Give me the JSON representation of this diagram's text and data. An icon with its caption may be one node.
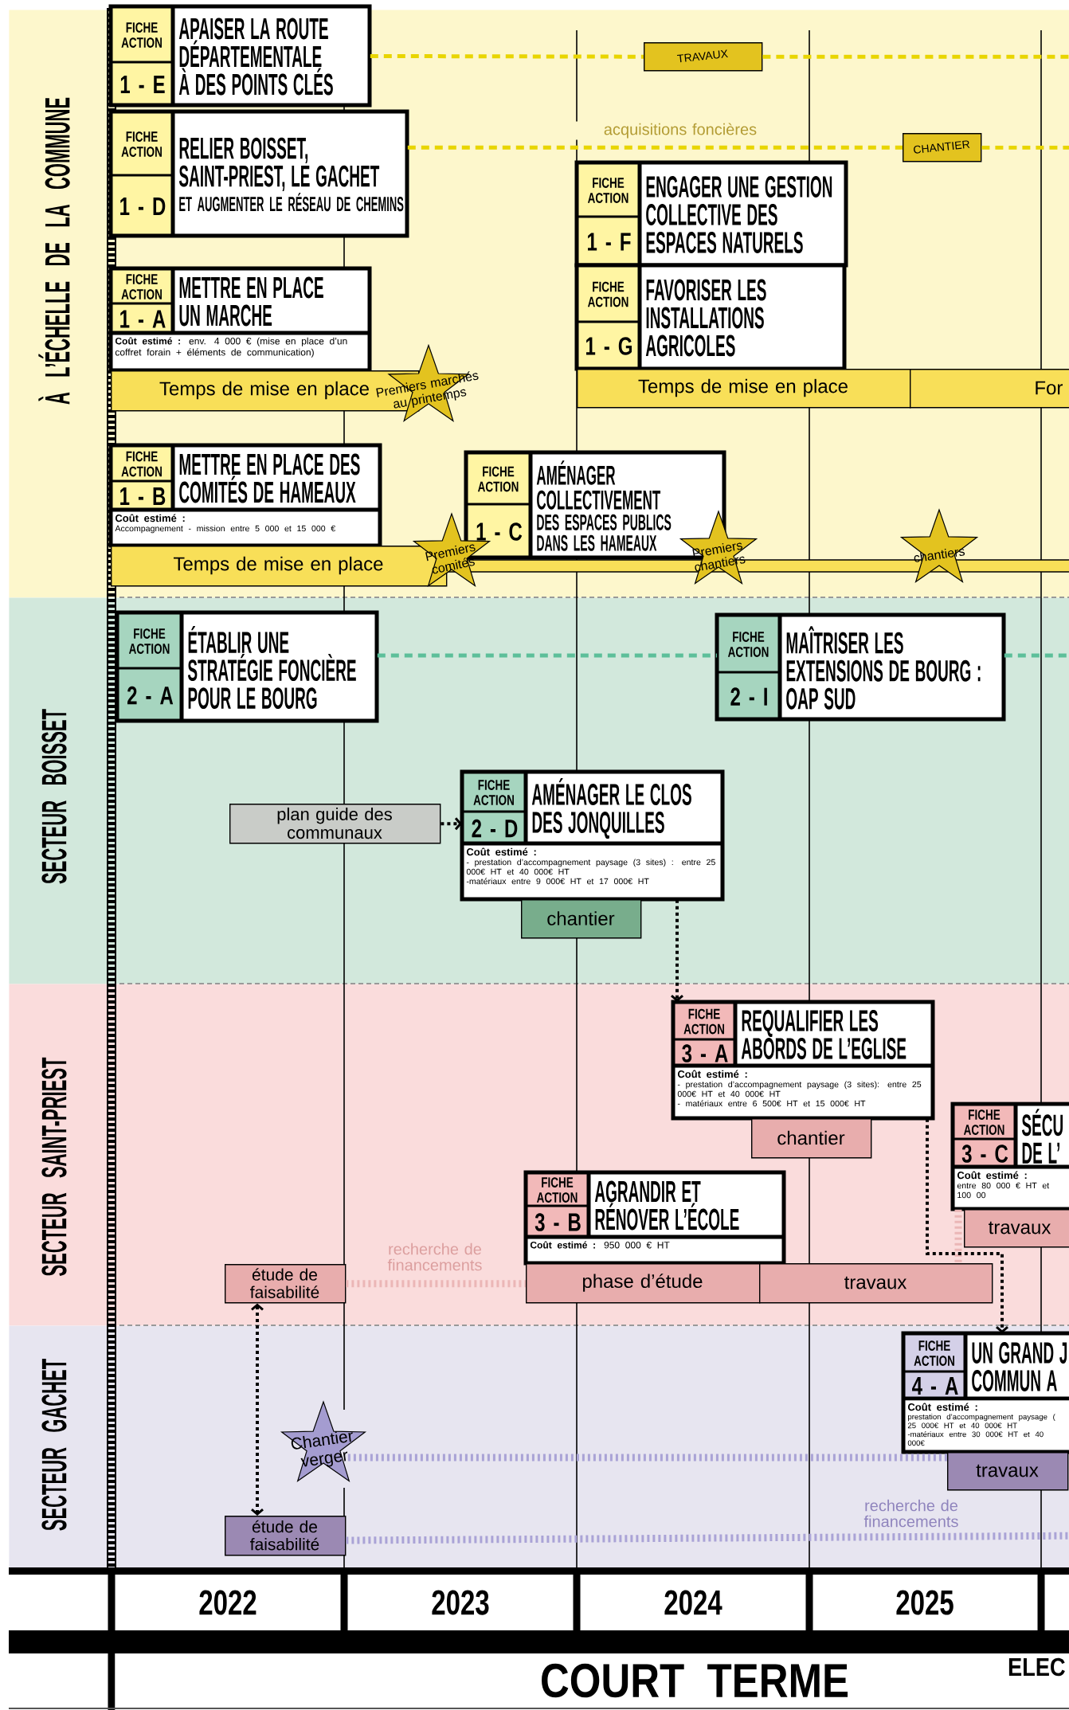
{
  "diagram": {
    "nodes": [
      {
        "text": [
          "À L’ÉCHELLE DE LA COMMUNE"
        ]
      },
      {
        "text": [
          "FICHE ACTION",
          "1 - E",
          "APAISER LA ROUTE DÉPARTEMENTALE À DES POINTS CLÉS"
        ],
        "in": 0
      },
      {
        "text": [
          "TRAVAUX"
        ],
        "in": 0
      },
      {
        "text": [
          "FICHE ACTION",
          "1 - D",
          "RELIER BOISSET, SAINT-PRIEST, LE GACHET",
          "ET AUGMENTER LE RÉSEAU DE CHEMINS"
        ],
        "in": 0
      },
      {
        "text": [
          "CHANTIER"
        ],
        "in": 0
      },
      {
        "text": [
          "FICHE ACTION",
          "1 - F",
          "ENGAGER UNE GESTION COLLECTIVE DES ESPACES NATURELS"
        ],
        "in": 0
      },
      {
        "text": [
          "FICHE ACTION",
          "1 - G",
          "FAVORISER LES INSTALLATIONS AGRICOLES"
        ],
        "in": 0
      },
      {
        "text": [
          "FICHE ACTION",
          "1 - A",
          "METTRE EN PLACE UN MARCHE",
          "**Coût estimé :** env. 4 000 € (mise en place d’un coffret forain + éléments de communication)"
        ],
        "in": 0
      },
      {
        "text": [
          "Temps de mise en place"
        ],
        "in": 0
      },
      {
        "text": [
          "Premiers marchés au printemps"
        ],
        "in": 0
      },
      {
        "text": [
          "Temps de mise en place"
        ],
        "in": 0
      },
      {
        "text": [
          "For"
        ],
        "in": 0
      },
      {
        "text": [
          "FICHE ACTION",
          "1 - B",
          "METTRE EN PLACE DES COMITÉS DE HAMEAUX",
          "Coût estimé :",
          "Accompagnement - mission entre 5 000 et 15 000 €"
        ],
        "in": 0
      },
      {
        "text": [
          "FICHE ACTION",
          "1 - C",
          "AMÉNAGER COLLECTIVEMENT",
          "DES ESPACES PUBLICS DANS LES HAMEAUX"
        ],
        "in": 0
      },
      {
        "text": [
          "Temps de mise en place"
        ],
        "in": 0
      },
      {
        "text": [
          "Premiers comités"
        ],
        "in": 0
      },
      {
        "text": [
          "Premiers chantiers"
        ],
        "in": 0
      },
      {
        "text": [
          "chantiers"
        ],
        "in": 0
      },
      {
        "text": [
          "SECTEUR BOISSET"
        ]
      },
      {
        "text": [
          "FICHE ACTION",
          "2 - A",
          "ÉTABLIR UNE STRATÉGIE FONCIÈRE POUR LE BOURG"
        ],
        "in": 18
      },
      {
        "text": [
          "FICHE ACTION",
          "2 - I",
          "MAÎTRISER LES EXTENSIONS DE BOURG : OAP SUD"
        ],
        "in": 18
      },
      {
        "text": [
          "plan guide des communaux"
        ],
        "in": 18
      },
      {
        "text": [
          "FICHE ACTION",
          "2 - D",
          "AMÉNAGER LE CLOS DES JONQUILLES",
          "Coût estimé :",
          "- prestation d’accompagnement paysage (3 sites) : entre 25 000€ HT et 40 000€ HT",
          "-matériaux entre 9 000€ HT et 17 000€ HT"
        ],
        "in": 18
      },
      {
        "text": [
          "chantier"
        ],
        "in": 18
      },
      {
        "text": [
          "SECTEUR SAINT-PRIEST"
        ]
      },
      {
        "text": [
          "FICHE ACTION",
          "3 - A",
          "REQUALIFIER LES ABORDS DE L’EGLISE",
          "Coût estimé :",
          "- prestation d’accompagnement paysage (3 sites): entre 25 000€ HT et 40 000€ HT",
          "- matériaux entre 6 500€ HT et 15 000€ HT"
        ],
        "in": 24
      },
      {
        "text": [
          "chantier"
        ],
        "in": 24
      },
      {
        "text": [
          "FICHE ACTION",
          "3 - C",
          "SÉCU DE L’",
          "Coût estimé :",
          "entre 80 000 € HT et 100 00"
        ],
        "in": 24
      },
      {
        "text": [
          "travaux"
        ],
        "in": 24
      },
      {
        "text": [
          "FICHE ACTION",
          "3 - B",
          "AGRANDIR ET RÉNOVER L’ÉCOLE",
          "**Coût estimé :** 950 000 € HT"
        ],
        "in": 24
      },
      {
        "text": [
          "étude de faisabilité"
        ],
        "in": 24
      },
      {
        "text": [
          "phase d’étude"
        ],
        "in": 24
      },
      {
        "text": [
          "travaux"
        ],
        "in": 24
      },
      {
        "text": [
          "SECTEUR GACHET"
        ]
      },
      {
        "text": [
          "FICHE ACTION",
          "4 - A",
          "UN GRAND J COMMUN A",
          "Coût estimé :",
          "prestation d’accompagnement paysage (",
          "25 000€ HT et 40 000€ HT",
          "-matériaux entre 30 000€ HT et 40 000€"
        ],
        "in": 33
      },
      {
        "text": [
          "Chantier verger"
        ],
        "in": 33
      },
      {
        "text": [
          "travaux"
        ],
        "in": 33
      },
      {
        "text": [
          "étude de faisabilité"
        ],
        "in": 33
      }
    ],
    "edges": [
      {
        "from": 1,
        "to": 2,
        "arrow": "none",
        "style": "dashed",
        "color": "#e8d500"
      },
      {
        "from": 2,
        "to": null,
        "arrow": "none",
        "style": "dashed",
        "color": "#e8d500"
      },
      {
        "from": 3,
        "to": 4,
        "arrow": "none",
        "style": "dashed",
        "color": "#e8d500",
        "label": "acquisitions foncières"
      },
      {
        "from": 4,
        "to": null,
        "arrow": "none",
        "style": "dashed",
        "color": "#e8d500"
      },
      {
        "from": 19,
        "to": 20,
        "arrow": "none",
        "style": "dashed",
        "color": "#5dbf9a"
      },
      {
        "from": 20,
        "to": null,
        "arrow": "none",
        "style": "dashed",
        "color": "#5dbf9a"
      },
      {
        "from": 21,
        "to": 22,
        "arrow": "to",
        "style": "dashed",
        "color": "#000000"
      },
      {
        "from": 22,
        "to": 25,
        "arrow": "to",
        "style": "dashed",
        "color": "#000000"
      },
      {
        "from": 30,
        "to": 31,
        "arrow": "none",
        "style": "dashed",
        "color": "#ebb6b6",
        "label": "recherche de financements"
      },
      {
        "from": 27,
        "to": 32,
        "arrow": "none",
        "style": "dashed",
        "color": "#ebb6b6"
      },
      {
        "from": 25,
        "to": 34,
        "arrow": "to",
        "style": "dashed",
        "color": "#000000"
      },
      {
        "from": 30,
        "to": 37,
        "arrow": "both",
        "style": "dashed",
        "color": "#000000"
      },
      {
        "from": 35,
        "to": 36,
        "arrow": "none",
        "style": "dashed",
        "color": "#aaa3d6"
      },
      {
        "from": 37,
        "to": null,
        "arrow": "none",
        "style": "dashed",
        "color": "#aaa3d6",
        "label": "recherche de financements"
      }
    ],
    "labels": [
      "2022",
      "2023",
      "2024",
      "2025",
      "COURT TERME",
      "ELEC"
    ]
  }
}
